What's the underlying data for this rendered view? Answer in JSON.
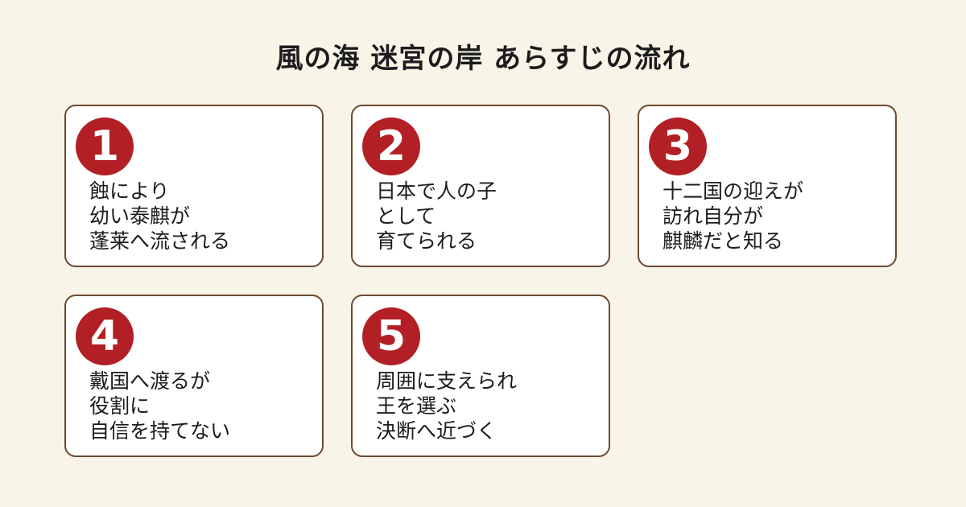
{
  "title": "風の海 迷宮の岸 あらすじの流れ",
  "colors": {
    "background": "#f9f4e8",
    "card_border": "#6b4a30",
    "badge": "#b21f24",
    "text": "#1c1c1c"
  },
  "steps": [
    {
      "number": "1",
      "lines": [
        "蝕により",
        "幼い泰麒が",
        "蓬莱へ流される"
      ]
    },
    {
      "number": "2",
      "lines": [
        "日本で人の子",
        "として",
        "育てられる"
      ]
    },
    {
      "number": "3",
      "lines": [
        "十二国の迎えが",
        "訪れ自分が",
        "麒麟だと知る"
      ]
    },
    {
      "number": "4",
      "lines": [
        "戴国へ渡るが",
        "役割に",
        "自信を持てない"
      ]
    },
    {
      "number": "5",
      "lines": [
        "周囲に支えられ",
        "王を選ぶ",
        "決断へ近づく"
      ]
    }
  ]
}
